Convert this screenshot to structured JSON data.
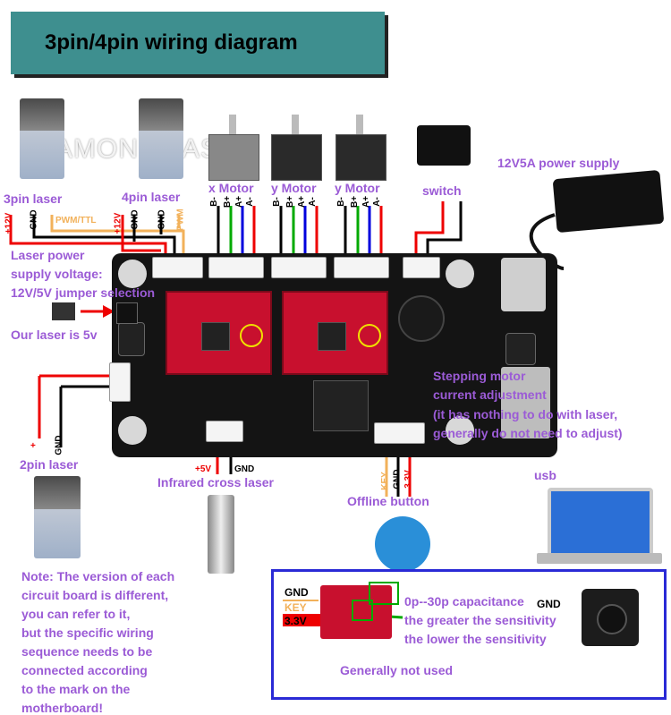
{
  "title": "3pin/4pin wiring diagram",
  "watermark": "SAMONE LASER",
  "labels": {
    "laser3": "3pin laser",
    "laser4": "4pin laser",
    "xmotor": "x Motor",
    "ymotor1": "y Motor",
    "ymotor2": "y Motor",
    "switch": "switch",
    "power": "12V5A power supply",
    "voltage_line1": "Laser power",
    "voltage_line2": "supply voltage:",
    "voltage_line3": "12V/5V jumper selection",
    "our_laser": "Our laser is 5v",
    "stepping1": "Stepping motor",
    "stepping2": "current adjustment",
    "stepping3": "(it has nothing to do with laser,",
    "stepping4": "generally do not need to adjust)",
    "laser2": "2pin laser",
    "infrared": "Infrared cross laser",
    "offline": "Offline button",
    "usb": "usb",
    "capacitance": "0p--30p capacitance",
    "greater": "the greater the sensitivity",
    "lower": "the lower the sensitivity",
    "not_used": "Generally not used"
  },
  "note": [
    "Note: The version of each",
    "circuit board is different,",
    "you can refer to it,",
    "but the specific wiring",
    "sequence needs to be",
    "connected according",
    "to the mark on the",
    "motherboard!"
  ],
  "pins": {
    "p12v_a": "+12V",
    "gnd_a": "GND",
    "pwm": "PWM/TTL",
    "p12v_b": "+12V",
    "gnd_b": "GND",
    "gnd_c": "GND",
    "pwm_b": "PWM",
    "motor_pins": [
      "B-",
      "B+",
      "A+",
      "A-"
    ],
    "p5v": "+5V",
    "gnd_ir": "GND",
    "key": "KEY",
    "gnd_key": "GND",
    "v33": "3.3V",
    "plus": "+",
    "gnd_2pin": "GND"
  },
  "inset": {
    "gnd": "GND",
    "key": "KEY",
    "v33": "3.3V",
    "gnd_right": "GND"
  },
  "colors": {
    "title_bg": "#3e8f8f",
    "label": "#9b5bd6",
    "board": "#141414",
    "driver": "#c8102e",
    "inset_border": "#2a2ad6"
  }
}
